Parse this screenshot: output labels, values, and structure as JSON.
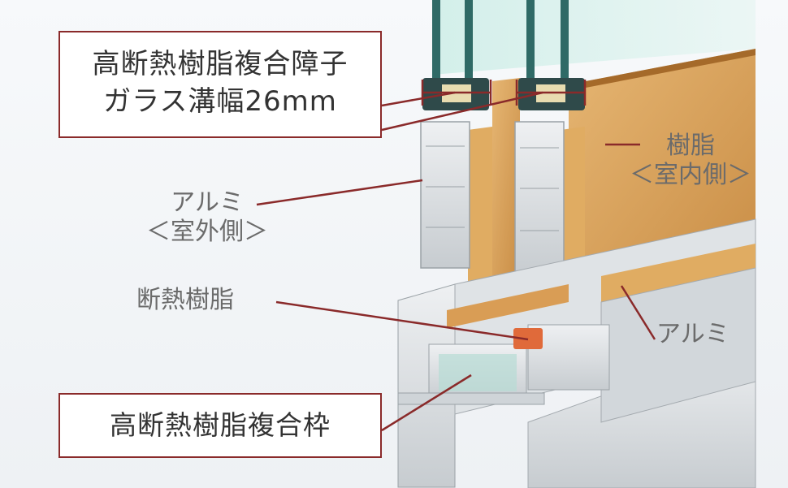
{
  "labels": {
    "top_box": [
      "高断熱樹脂複合障子",
      "ガラス溝幅26mm"
    ],
    "bottom_box": "高断熱樹脂複合枠",
    "aluminum_outer": [
      "アルミ",
      "＜室外側＞"
    ],
    "insulating_resin": "断熱樹脂",
    "resin_inner": [
      "樹脂",
      "＜室内側＞"
    ],
    "aluminum_inner": "アルミ"
  },
  "colors": {
    "leader": "#8a2a2a",
    "resin": "#d9a15c",
    "aluminum": "#d6dadd",
    "glass": "#a9d8cf"
  }
}
